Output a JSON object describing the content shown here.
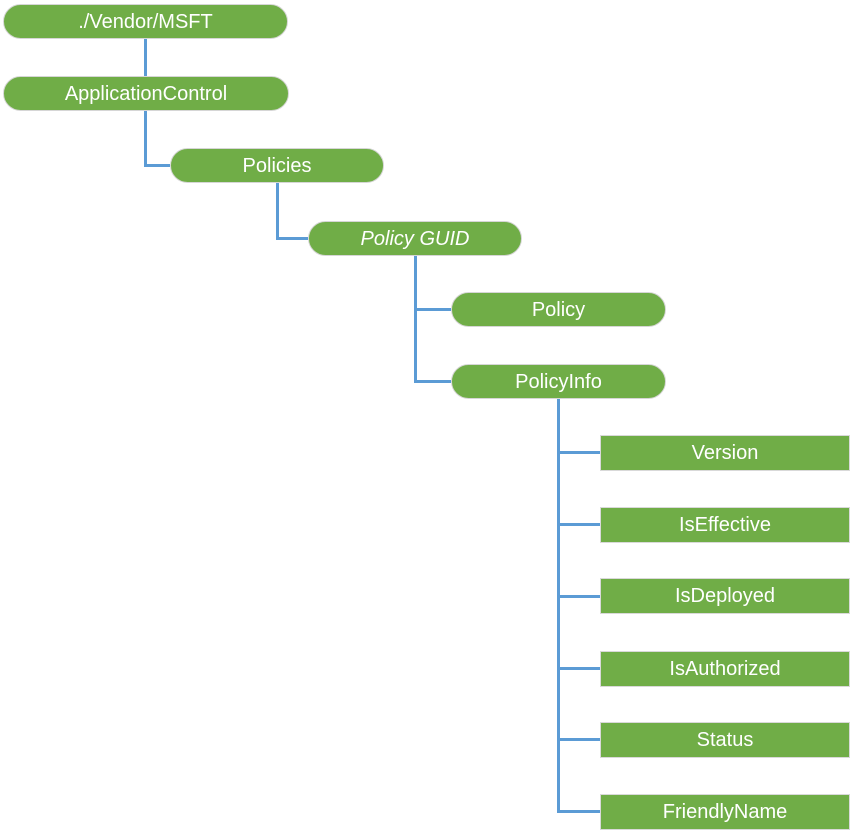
{
  "diagram": {
    "colors": {
      "node_fill_green": "#70AD47",
      "connector_blue": "#5B9BD5",
      "node_text": "#FFFFFF",
      "node_border_gray": "#D9D9D9"
    },
    "nodes": {
      "vendor_msft": {
        "label": "./Vendor/MSFT"
      },
      "application_control": {
        "label": "ApplicationControl"
      },
      "policies": {
        "label": "Policies"
      },
      "policy_guid": {
        "label": "Policy GUID"
      },
      "policy": {
        "label": "Policy"
      },
      "policy_info": {
        "label": "PolicyInfo"
      },
      "version": {
        "label": "Version"
      },
      "is_effective": {
        "label": "IsEffective"
      },
      "is_deployed": {
        "label": "IsDeployed"
      },
      "is_authorized": {
        "label": "IsAuthorized"
      },
      "status": {
        "label": "Status"
      },
      "friendly_name": {
        "label": "FriendlyName"
      }
    }
  }
}
